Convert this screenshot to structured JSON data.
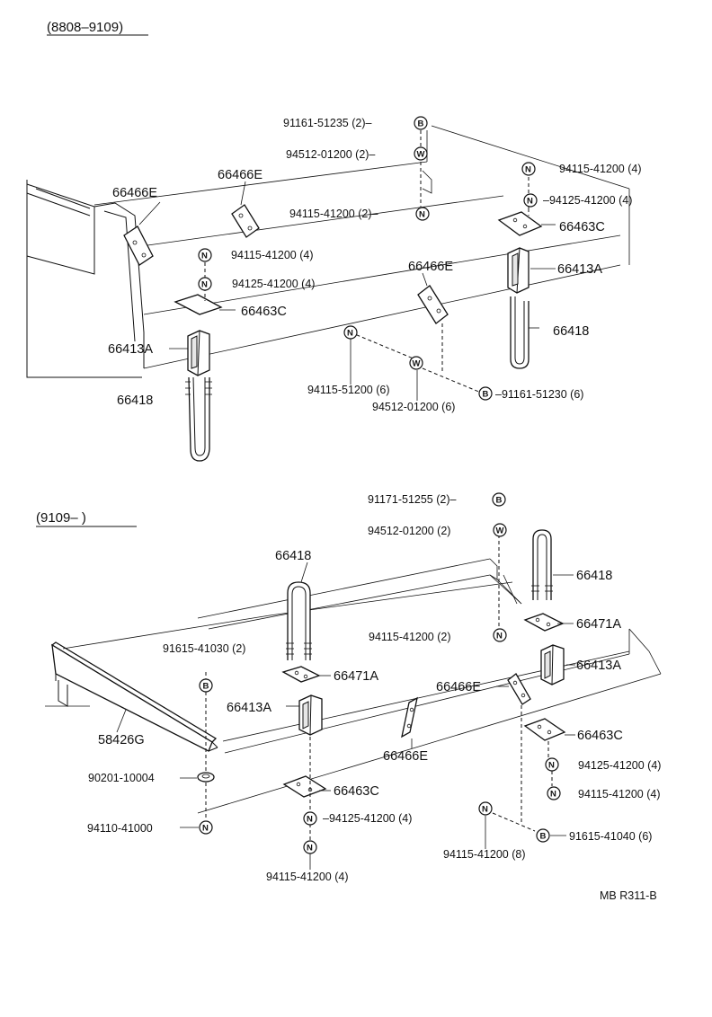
{
  "headers": {
    "range_1": "(8808–9109)",
    "range_2": "(9109–        )"
  },
  "labels_top": {
    "l_91161_51235": "91161-51235 (2)–",
    "l_94512_01200": "94512-01200 (2)–",
    "l_94115_41200_2": "94115-41200 (2)–",
    "l_94115_41200_4r": "94115-41200 (4)",
    "l_94125_41200_4r": "–94125-41200 (4)",
    "l_66463c_r": "66463C",
    "l_66466e_l": "66466E",
    "l_66466e_m": "66466E",
    "l_94115_41200_4l": "94115-41200 (4)",
    "l_94125_41200_4l": "94125-41200 (4)",
    "l_66463c_l": "66463C",
    "l_66466e_c": "66466E",
    "l_66413a_r": "66413A",
    "l_66418_r": "66418",
    "l_66413a_l": "66413A",
    "l_66418_l": "66418",
    "l_94115_51200": "94115-51200 (6)",
    "l_94512_01200_6": "94512-01200 (6)",
    "l_91161_51230": "–91161-51230 (6)"
  },
  "labels_bottom": {
    "l_91171_51255": "91171-51255 (2)–",
    "l_94512_01200": "94512-01200 (2)",
    "l_66418_r": "66418",
    "l_66418_l": "66418",
    "l_66471a_r": "66471A",
    "l_91615_41030": "91615-41030 (2)",
    "l_94115_41200_2": "94115-41200 (2)",
    "l_66471a_l": "66471A",
    "l_66413a_r": "66413A",
    "l_66466e_r": "66466E",
    "l_66413a_l": "66413A",
    "l_58426g": "58426G",
    "l_66463c_r": "66463C",
    "l_66466e_c": "66466E",
    "l_94125_41200_4r": "94125-41200 (4)",
    "l_90201_10004": "90201-10004",
    "l_66463c_l": "66463C",
    "l_94115_41200_4r": "94115-41200 (4)",
    "l_94125_41200_4c": "–94125-41200 (4)",
    "l_94110_41000": "94110-41000",
    "l_91615_41040": "91615-41040 (6)",
    "l_94115_41200_8": "94115-41200 (8)",
    "l_94115_41200_4c": "94115-41200 (4)"
  },
  "symbols": {
    "bolt": "B",
    "washer": "W",
    "nut": "N"
  },
  "footer": {
    "code": "MB R311-B"
  }
}
